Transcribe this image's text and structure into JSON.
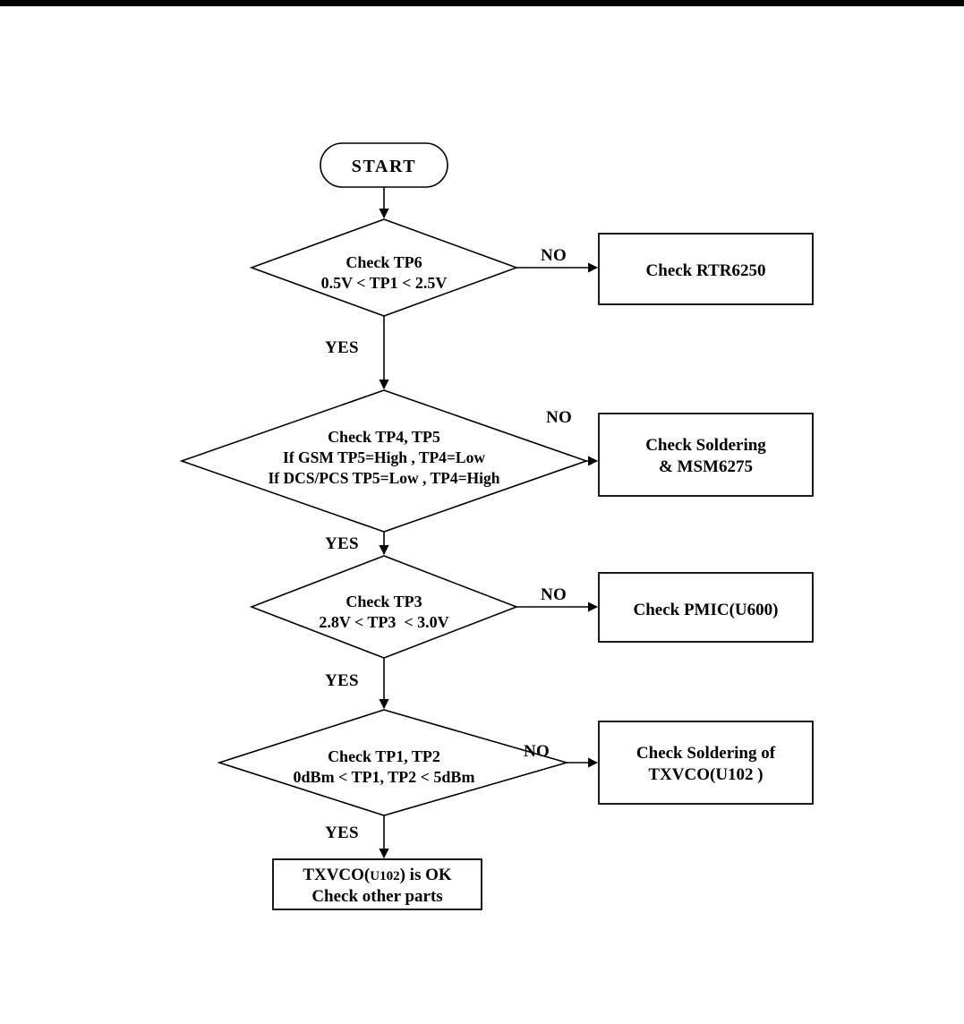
{
  "document": {
    "type": "troubleshooting-flowchart",
    "title": "TXVCO Troubleshooting Flowchart",
    "top_band_color": "#000000",
    "background_color": "#ffffff",
    "stroke_color": "#000000"
  },
  "nodes": {
    "start": {
      "shape": "terminator",
      "label": "START"
    },
    "decision1": {
      "shape": "diamond",
      "line1": "Check TP6",
      "line2": "0.5V < TP1 < 2.5V"
    },
    "process1": {
      "shape": "rectangle",
      "line1": "Check RTR6250"
    },
    "decision2": {
      "shape": "diamond",
      "line1": "Check TP4, TP5",
      "line2": "If GSM TP5=High , TP4=Low",
      "line3": "If DCS/PCS TP5=Low , TP4=High"
    },
    "process2": {
      "shape": "rectangle",
      "line1": "Check Soldering",
      "line2": "& MSM6275"
    },
    "decision3": {
      "shape": "diamond",
      "line1": "Check TP3",
      "line2": "2.8V < TP3  < 3.0V"
    },
    "process3": {
      "shape": "rectangle",
      "line1": "Check PMIC(U600)"
    },
    "decision4": {
      "shape": "diamond",
      "line1": "Check TP1, TP2",
      "line2": "0dBm < TP1, TP2 < 5dBm"
    },
    "process4": {
      "shape": "rectangle",
      "line1": "Check Soldering of",
      "line2": "TXVCO(U102 )"
    },
    "terminal_ok": {
      "shape": "rectangle",
      "line1_a": "TXVCO(",
      "line1_b": "U102",
      "line1_c": ") is OK",
      "line2": "Check other parts"
    }
  },
  "edges": {
    "no1": "NO",
    "no2": "NO",
    "no3": "NO",
    "no4": "NO",
    "yes1": "YES",
    "yes2": "YES",
    "yes3": "YES",
    "yes4": "YES"
  }
}
